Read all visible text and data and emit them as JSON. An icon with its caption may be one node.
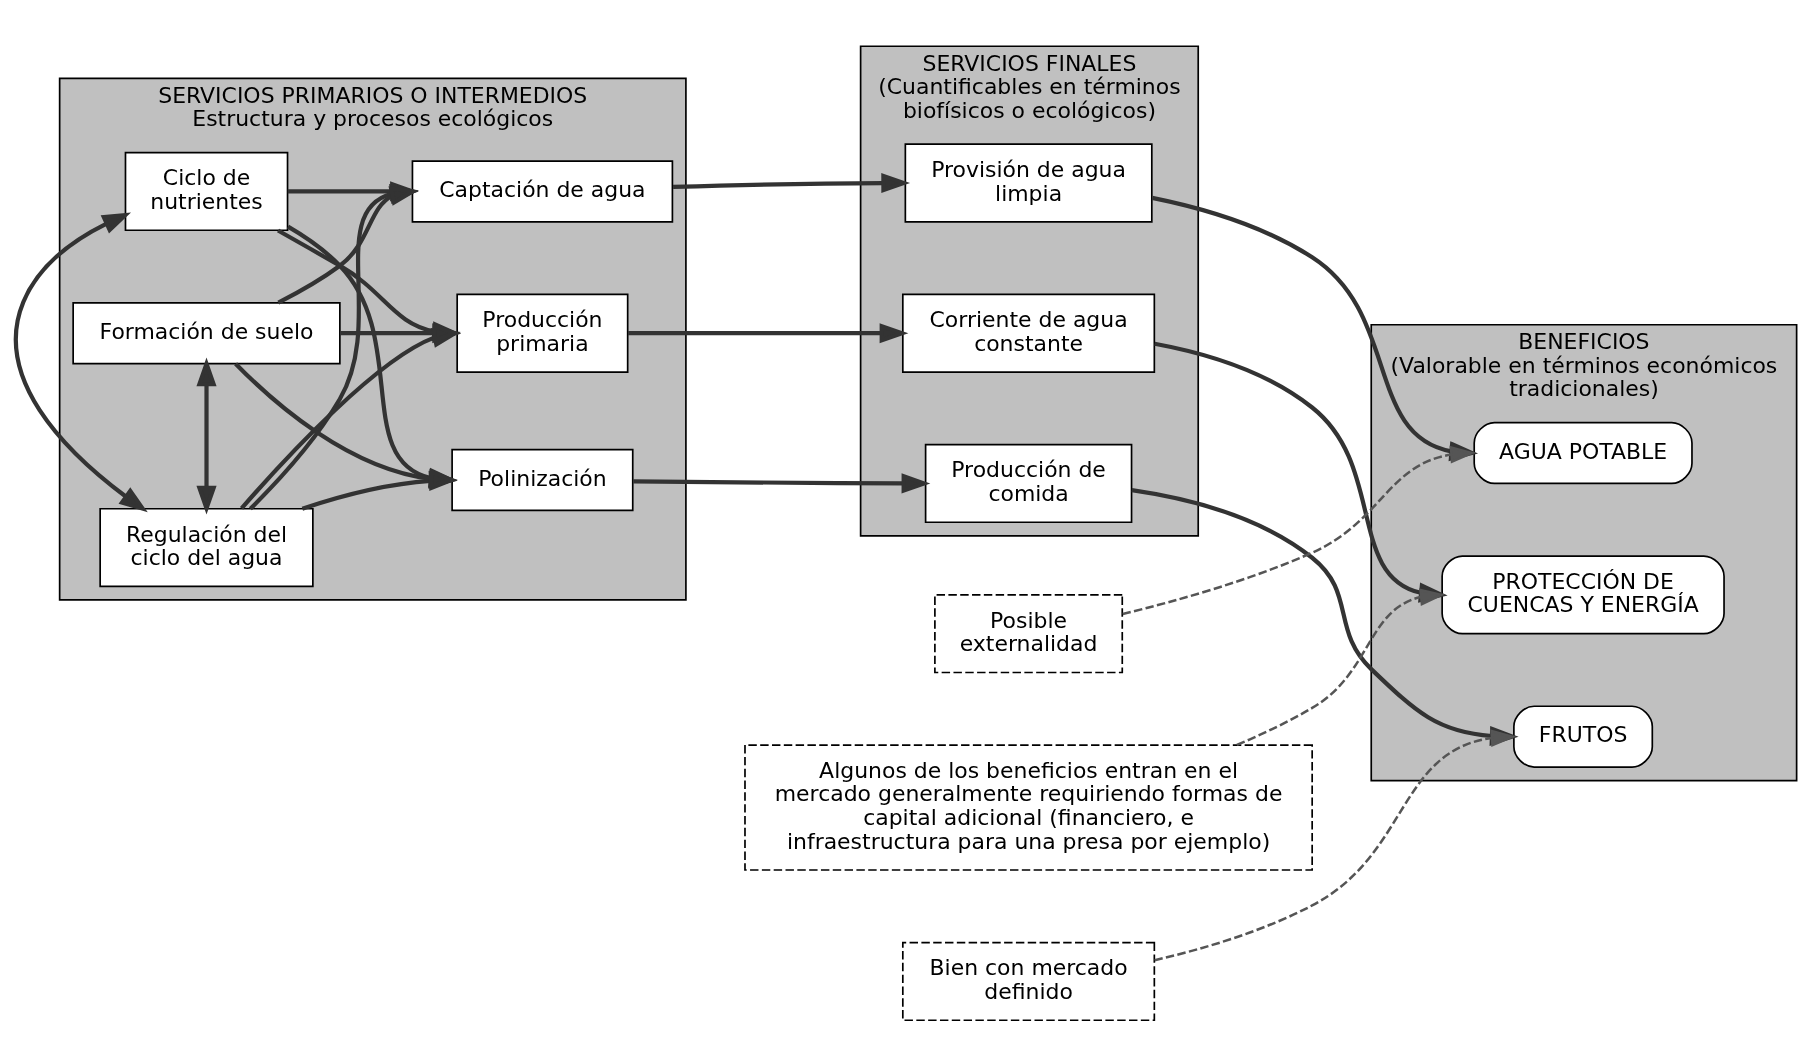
{
  "diagram": {
    "nodes": [
      {
        "text": [
          "SERVICIOS PRIMARIOS O INTERMEDIOS",
          "Estructura y procesos ecológicos"
        ]
      },
      {
        "text": [
          "SERVICIOS FINALES",
          "(Cuantificables en términos biofísicos o ecológicos)"
        ]
      },
      {
        "text": [
          "BENEFICIOS",
          "(Valorable en términos económicos tradicionales)"
        ]
      },
      {
        "text": [
          "Ciclo de nutrientes"
        ],
        "in": 0
      },
      {
        "text": [
          "Captación de agua"
        ],
        "in": 0
      },
      {
        "text": [
          "Regulación del ciclo del agua"
        ],
        "in": 0
      },
      {
        "text": [
          "Polinización"
        ],
        "in": 0
      },
      {
        "text": [
          "Formación de suelo"
        ],
        "in": 0
      },
      {
        "text": [
          "Producción primaria"
        ],
        "in": 0
      },
      {
        "text": [
          "Provisión de agua limpia"
        ],
        "in": 1
      },
      {
        "text": [
          "Producción de comida"
        ],
        "in": 1
      },
      {
        "text": [
          "Corriente de agua constante"
        ],
        "in": 1
      },
      {
        "text": [
          "AGUA POTABLE"
        ],
        "in": 2
      },
      {
        "text": [
          "FRUTOS"
        ],
        "in": 2
      },
      {
        "text": [
          "PROTECCIÓN DE CUENCAS Y ENERGÍA"
        ],
        "in": 2
      },
      {
        "text": [
          "Posible externalidad"
        ]
      },
      {
        "text": [
          "Bien con mercado definido"
        ]
      },
      {
        "text": [
          "Algunos de los beneficios entran en el mercado generalmente requiriendo formas de capital adicional (financiero, e infraestructura para una presa por ejemplo)"
        ]
      }
    ],
    "edges": [
      {
        "from": 3,
        "to": 4,
        "arrow": "to"
      },
      {
        "from": 3,
        "to": 6,
        "arrow": "to"
      },
      {
        "from": 3,
        "to": 8,
        "arrow": "to"
      },
      {
        "from": 5,
        "to": 4,
        "arrow": "to"
      },
      {
        "from": 5,
        "to": 6,
        "arrow": "to"
      },
      {
        "from": 5,
        "to": 8,
        "arrow": "to"
      },
      {
        "from": 7,
        "to": 4,
        "arrow": "to"
      },
      {
        "from": 7,
        "to": 6,
        "arrow": "to"
      },
      {
        "from": 7,
        "to": 8,
        "arrow": "to"
      },
      {
        "from": 3,
        "to": 5,
        "arrow": "both"
      },
      {
        "from": 5,
        "to": 7,
        "arrow": "both"
      },
      {
        "from": 4,
        "to": 9,
        "arrow": "to"
      },
      {
        "from": 6,
        "to": 10,
        "arrow": "to"
      },
      {
        "from": 8,
        "to": 11,
        "arrow": "to"
      },
      {
        "from": 9,
        "to": 12,
        "arrow": "to"
      },
      {
        "from": 10,
        "to": 13,
        "arrow": "to"
      },
      {
        "from": 11,
        "to": 14,
        "arrow": "to"
      },
      {
        "from": 15,
        "to": 12,
        "arrow": "to",
        "style": "dashed"
      },
      {
        "from": 16,
        "to": 13,
        "arrow": "to",
        "style": "dashed"
      },
      {
        "from": 17,
        "to": 14,
        "arrow": "to",
        "style": "dashed"
      }
    ]
  }
}
